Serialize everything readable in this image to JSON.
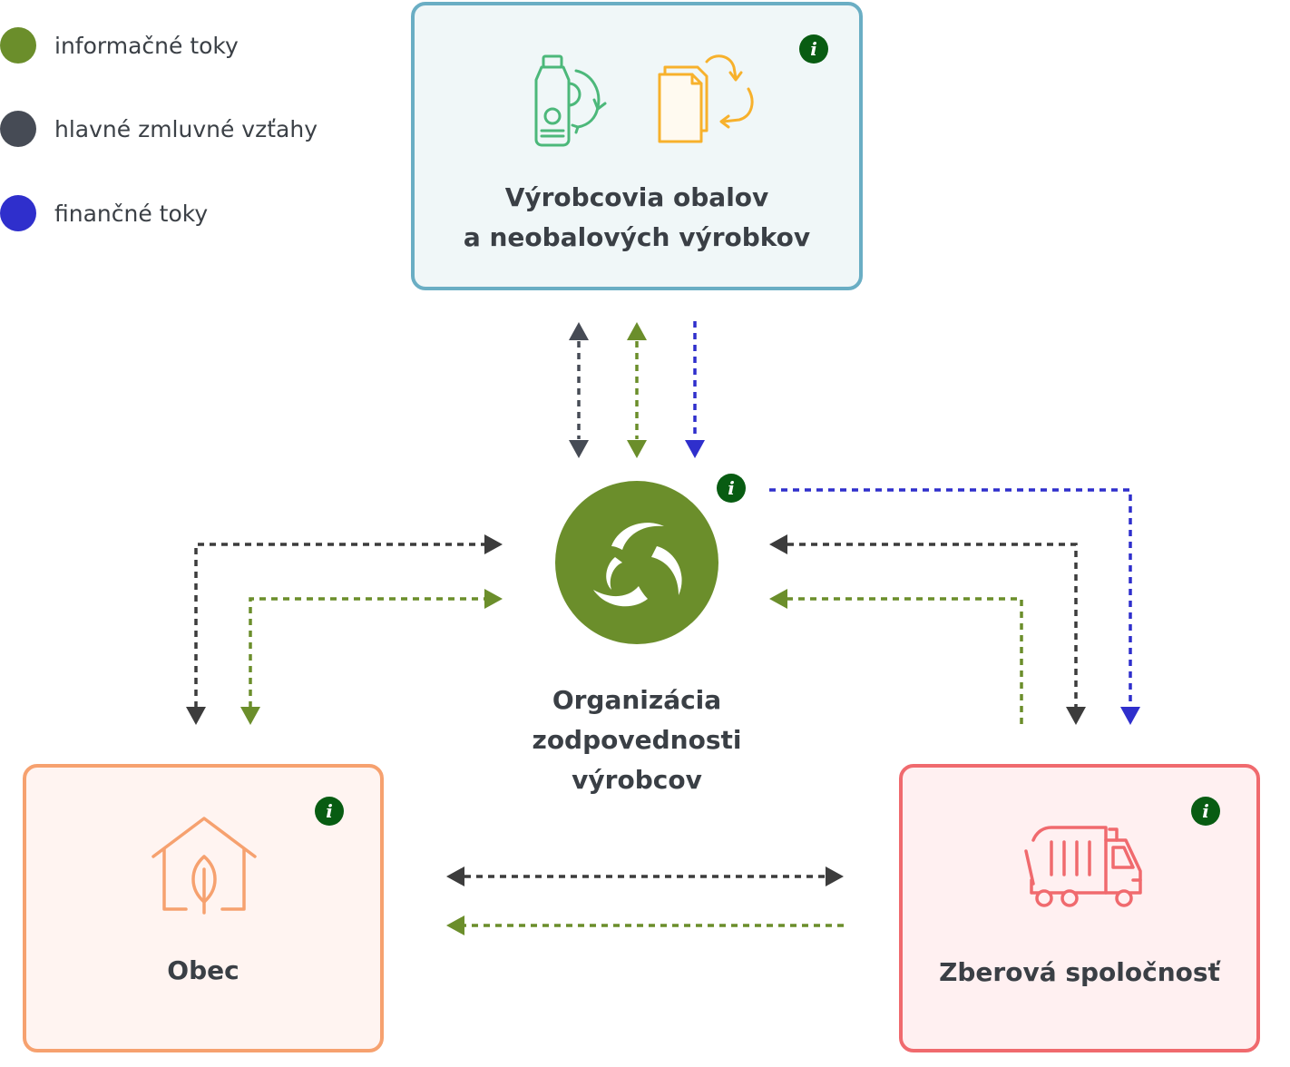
{
  "legend": [
    {
      "label": "informačné toky",
      "color": "#6b8e2b"
    },
    {
      "label": "hlavné zmluvné vzťahy",
      "color": "#464b55"
    },
    {
      "label": "finančné toky",
      "color": "#2f2fcc"
    }
  ],
  "producers": {
    "title_line1": "Výrobcovia obalov",
    "title_line2": "a neobalových výrobkov",
    "info": "i",
    "icons": [
      "bottle-recycle-icon",
      "documents-recycle-icon"
    ]
  },
  "organization": {
    "title_line1": "Organizácia",
    "title_line2": "zodpovednosti",
    "title_line3": "výrobcov",
    "info": "i",
    "logo": "swirl-logo-icon",
    "color": "#6b8e2b"
  },
  "municipality": {
    "title": "Obec",
    "info": "i",
    "icon": "house-leaf-icon"
  },
  "collector": {
    "title": "Zberová spoločnosť",
    "info": "i",
    "icon": "garbage-truck-icon"
  },
  "colors": {
    "information": "#6b8e2b",
    "contract": "#464b55",
    "contract_dark": "#3c3c3c",
    "financial": "#2f2fcc",
    "producers_border": "#6aaec4",
    "producers_bg": "#f0f7f8",
    "municipality_border": "#f6a16f",
    "municipality_bg": "#fff4f1",
    "collector_border": "#f06a6e",
    "collector_bg": "#fff0f1"
  }
}
